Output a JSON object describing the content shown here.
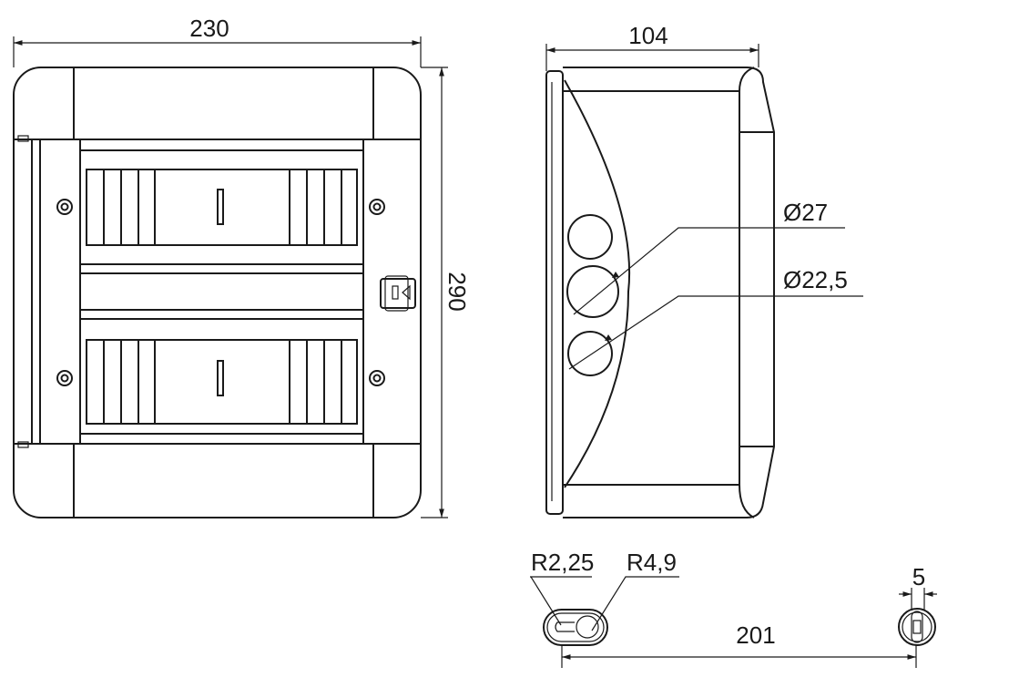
{
  "front_view": {
    "width_label": "230",
    "height_label": "290"
  },
  "side_view": {
    "depth_label": "104",
    "hole_large_label": "Ø27",
    "hole_small_label": "Ø22,5"
  },
  "mounting": {
    "radius_small_label": "R2,25",
    "radius_large_label": "R4,9",
    "spacing_label": "201",
    "slot_width_label": "5"
  },
  "colors": {
    "line": "#1a1a1a",
    "background": "#ffffff"
  }
}
